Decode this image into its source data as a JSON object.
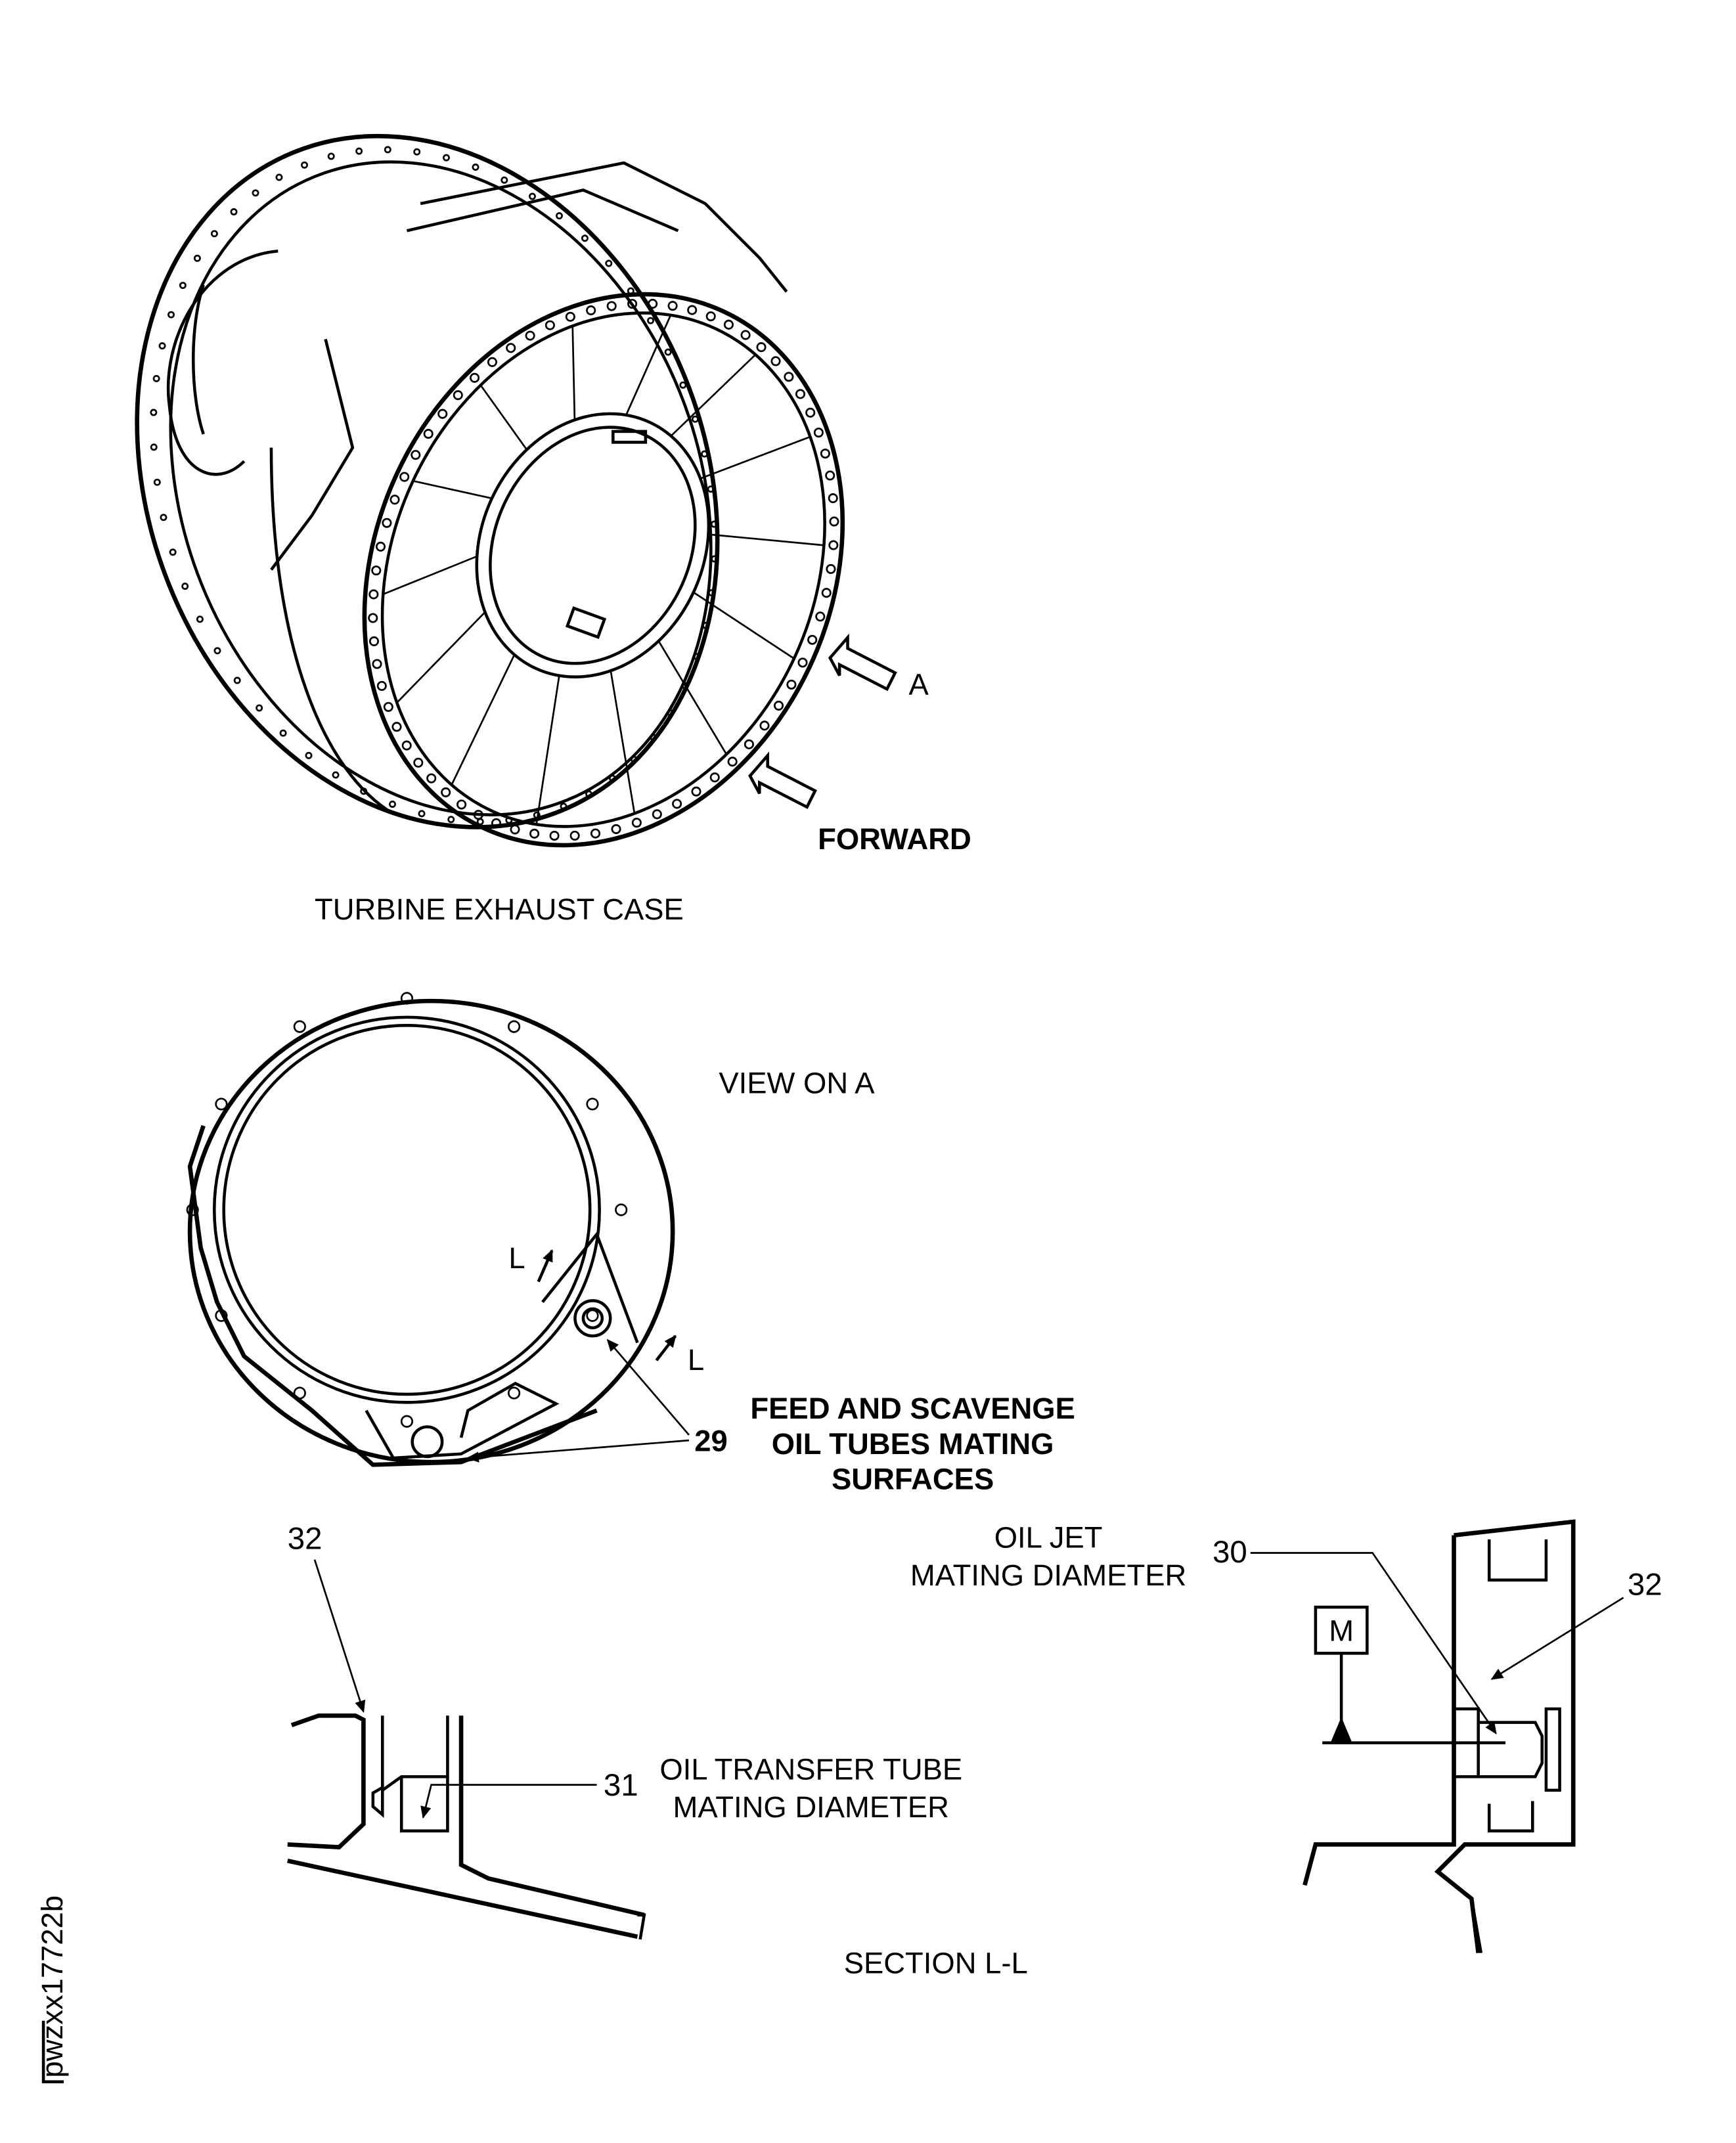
{
  "figure_id": "pwzxx17722b",
  "views": {
    "turbine_exhaust_case": {
      "caption": "TURBINE EXHAUST CASE",
      "arrow_a_label": "A",
      "forward_label": "FORWARD"
    },
    "view_on_a": {
      "caption": "VIEW ON A",
      "section_marker_1": "L",
      "section_marker_2": "L",
      "callout_29": "29",
      "note": [
        "FEED AND SCAVENGE",
        "OIL TUBES MATING",
        "SURFACES"
      ]
    },
    "section_ll": {
      "caption": "SECTION L-L",
      "left_detail": {
        "callout_32": "32",
        "callout_31": "31",
        "label": [
          "OIL TRANSFER TUBE",
          "MATING DIAMETER"
        ]
      },
      "right_detail": {
        "callout_30": "30",
        "callout_32": "32",
        "label": [
          "OIL JET",
          "MATING DIAMETER"
        ],
        "datum": "M"
      }
    }
  }
}
